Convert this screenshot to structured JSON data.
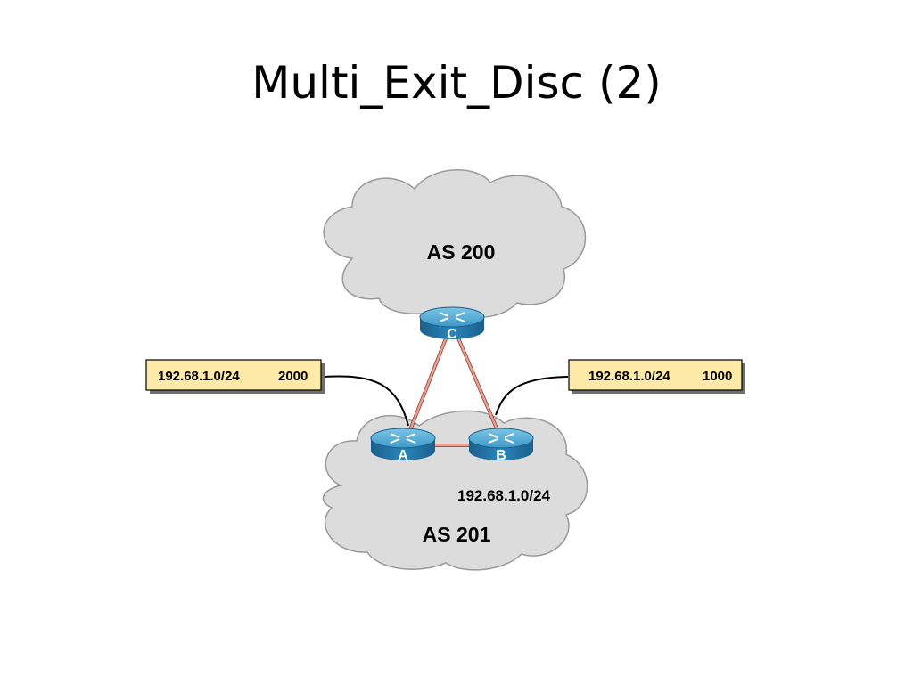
{
  "slide": {
    "title": "Multi_Exit_Disc (2)"
  },
  "clouds": {
    "top_label": "AS 200",
    "bottom_label": "AS 201"
  },
  "routers": {
    "c": "C",
    "a": "A",
    "b": "B"
  },
  "advertisements": {
    "left": {
      "prefix": "192.68.1.0/24",
      "med": "2000"
    },
    "right": {
      "prefix": "192.68.1.0/24",
      "med": "1000"
    }
  },
  "network_label": "192.68.1.0/24",
  "colors": {
    "cloud_fill": "#dcdcdc",
    "cloud_stroke": "#9a9a9a",
    "router_body": "#1f7fb3",
    "router_top": "#5bb3d9",
    "link": "#e8a091",
    "label_box": "#fde9a8",
    "label_shadow": "#6e6e6e"
  }
}
